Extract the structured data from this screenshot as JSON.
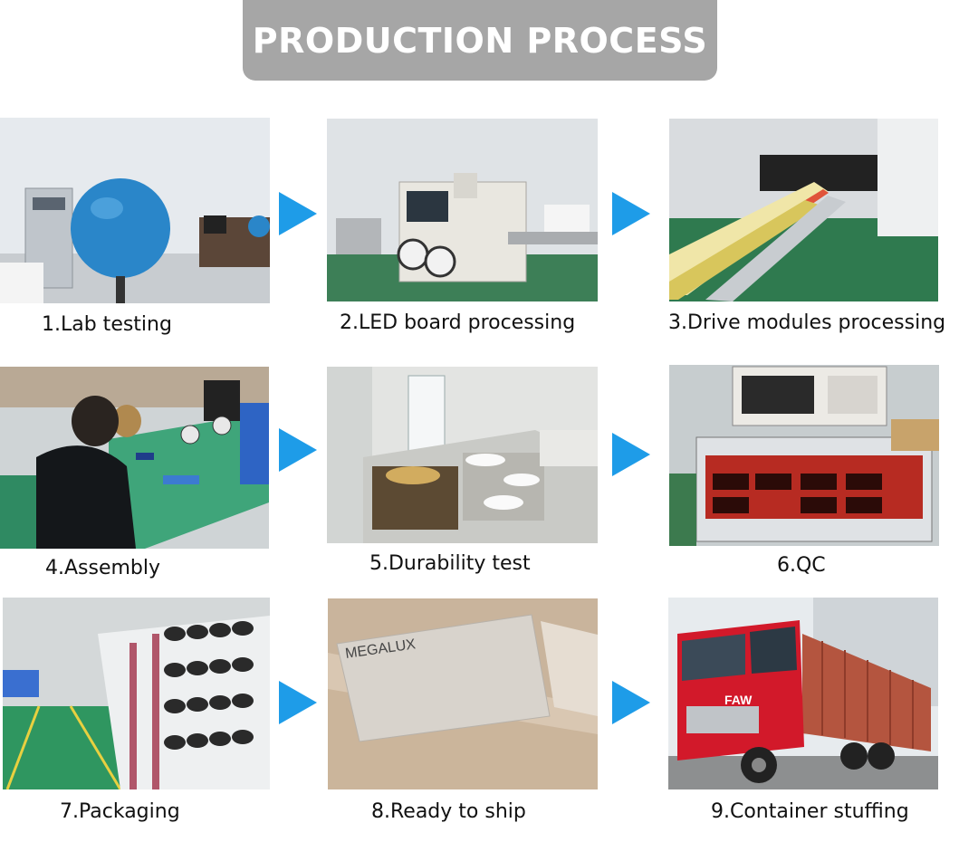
{
  "title": "PRODUCTION PROCESS",
  "accent_color": "#1e9ce8",
  "steps": [
    {
      "label": "1.Lab testing"
    },
    {
      "label": "2.LED board processing"
    },
    {
      "label": "3.Drive modules processing"
    },
    {
      "label": "4.Assembly"
    },
    {
      "label": "5.Durability test"
    },
    {
      "label": "6.QC"
    },
    {
      "label": "7.Packaging"
    },
    {
      "label": "8.Ready to ship"
    },
    {
      "label": "9.Container stuffing"
    }
  ],
  "photo_texts": {
    "box_brand": "MEGALUX",
    "truck_brand": "FAW"
  }
}
